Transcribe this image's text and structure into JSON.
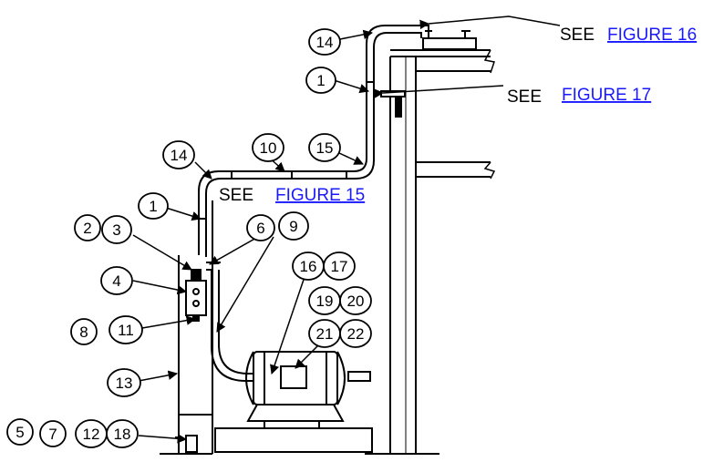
{
  "see_word": "SEE",
  "references": [
    {
      "id": "fig16",
      "label": "FIGURE 16"
    },
    {
      "id": "fig17",
      "label": "FIGURE 17"
    },
    {
      "id": "fig15",
      "label": "FIGURE 15"
    }
  ],
  "callouts": [
    "14",
    "1",
    "14",
    "10",
    "15",
    "1",
    "2",
    "3",
    "6",
    "9",
    "4",
    "16",
    "17",
    "19",
    "20",
    "8",
    "11",
    "21",
    "22",
    "13",
    "5",
    "7",
    "12",
    "18"
  ]
}
